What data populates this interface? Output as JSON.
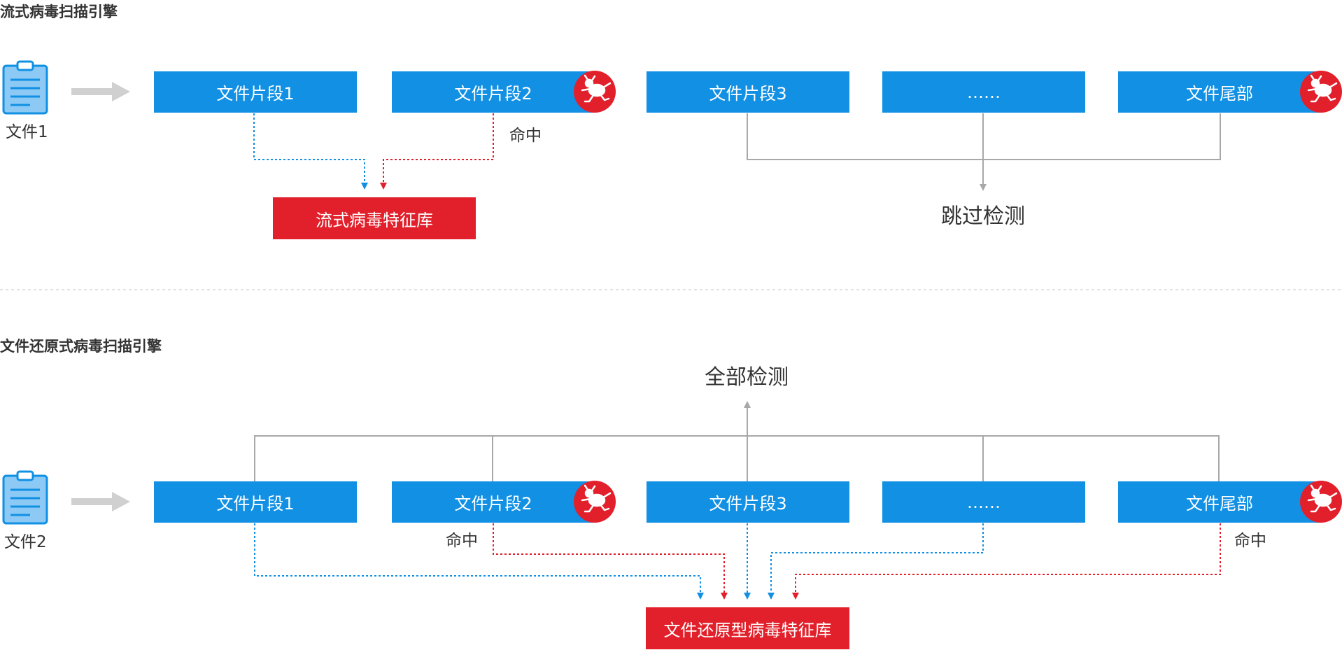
{
  "section1": {
    "title": "流式病毒扫描引擎",
    "file_label": "文件1",
    "segments": [
      "文件片段1",
      "文件片段2",
      "文件片段3",
      "……",
      "文件尾部"
    ],
    "library": "流式病毒特征库",
    "hit_label": "命中",
    "skip_label": "跳过检测"
  },
  "section2": {
    "title": "文件还原式病毒扫描引擎",
    "file_label": "文件2",
    "segments": [
      "文件片段1",
      "文件片段2",
      "文件片段3",
      "……",
      "文件尾部"
    ],
    "library": "文件还原型病毒特征库",
    "hit_label_1": "命中",
    "hit_label_2": "命中",
    "all_label": "全部检测"
  },
  "colors": {
    "segment_blue": "#1190e4",
    "virus_red": "#e2202b",
    "connector_gray": "#a8a8a8",
    "divider": "#d9d9d9"
  },
  "icons": [
    "clipboard-file-icon",
    "virus-bug-icon",
    "arrow-right-icon"
  ]
}
